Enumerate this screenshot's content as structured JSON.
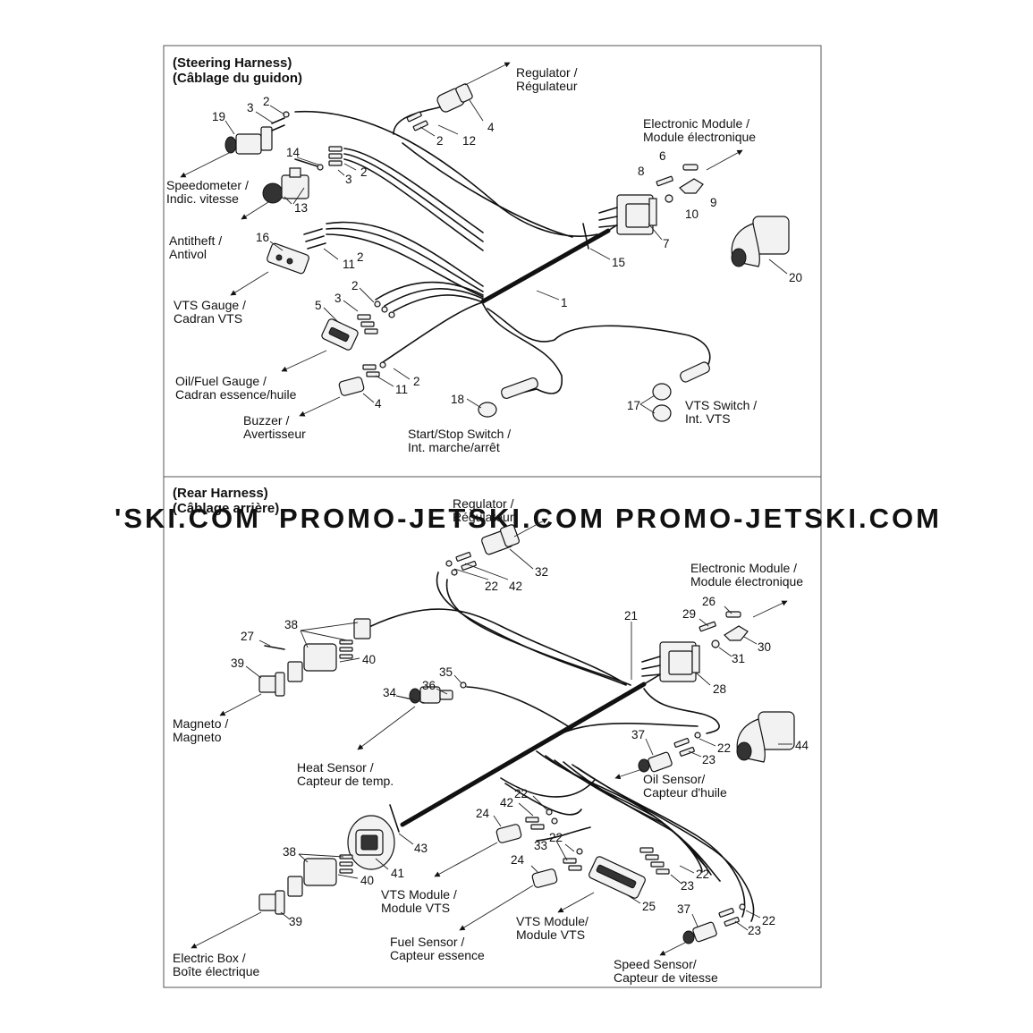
{
  "watermark": [
    "'SKI.COM",
    "PROMO-JETSKI.COM",
    "PROMO-JETSKI.COM"
  ],
  "sections": {
    "steering": {
      "title": [
        "(Steering Harness)",
        "(Câblage du guidon)"
      ],
      "labels": {
        "regulator": [
          "Regulator /",
          "Régulateur"
        ],
        "electronic_module": [
          "Electronic Module /",
          "Module électronique"
        ],
        "speedometer": [
          "Speedometer /",
          "Indic. vitesse"
        ],
        "antitheft": [
          "Antitheft /",
          "Antivol"
        ],
        "vts_gauge": [
          "VTS Gauge /",
          "Cadran VTS"
        ],
        "oil_fuel_gauge": [
          "Oil/Fuel Gauge /",
          "Cadran essence/huile"
        ],
        "buzzer": [
          "Buzzer /",
          "Avertisseur"
        ],
        "start_stop": [
          "Start/Stop Switch /",
          "Int. marche/arrêt"
        ],
        "vts_switch": [
          "VTS Switch /",
          "Int. VTS"
        ]
      }
    },
    "rear": {
      "title": [
        "(Rear Harness)",
        "(Câblage arrière)"
      ],
      "labels": {
        "regulator": [
          "Regulator /",
          "Régulateur"
        ],
        "electronic_module": [
          "Electronic Module /",
          "Module électronique"
        ],
        "magneto": [
          "Magneto /",
          "Magneto"
        ],
        "heat_sensor": [
          "Heat Sensor /",
          "Capteur de temp."
        ],
        "oil_sensor": [
          "Oil Sensor/",
          "Capteur d'huile"
        ],
        "vts_module_a": [
          "VTS Module /",
          "Module VTS"
        ],
        "vts_module_b": [
          "VTS Module/",
          "Module VTS"
        ],
        "fuel_sensor": [
          "Fuel Sensor /",
          "Capteur essence"
        ],
        "electric_box": [
          "Electric Box /",
          "Boîte électrique"
        ],
        "speed_sensor": [
          "Speed Sensor/",
          "Capteur de vitesse"
        ]
      }
    }
  },
  "callouts": [
    "2",
    "3",
    "19",
    "4",
    "2",
    "12",
    "6",
    "8",
    "9",
    "10",
    "14",
    "2",
    "3",
    "13",
    "7",
    "15",
    "16",
    "11",
    "2",
    "20",
    "1",
    "2",
    "3",
    "5",
    "2",
    "11",
    "4",
    "18",
    "17",
    "32",
    "22",
    "42",
    "26",
    "29",
    "30",
    "31",
    "21",
    "27",
    "38",
    "40",
    "39",
    "35",
    "36",
    "34",
    "28",
    "37",
    "22",
    "23",
    "44",
    "22",
    "42",
    "24",
    "33",
    "22",
    "43",
    "41",
    "38",
    "40",
    "24",
    "22",
    "23",
    "25",
    "39",
    "37",
    "22",
    "23"
  ]
}
